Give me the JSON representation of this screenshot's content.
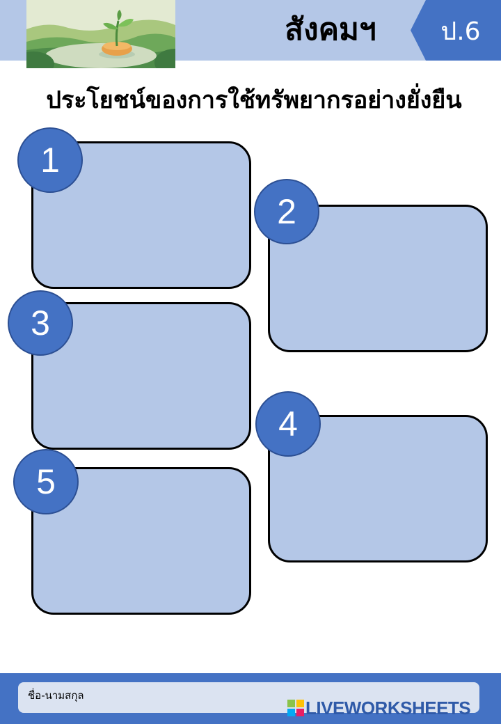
{
  "header": {
    "subject": "สังคมฯ",
    "grade": "ป.6",
    "accent_color": "#4472c4",
    "band_color": "#b4c7e7",
    "image_icon": "sprout-landscape-illustration"
  },
  "worksheet": {
    "title": "ประโยชน์ของการใช้ทรัพยากรอย่างยั่งยืน",
    "box_color": "#b4c7e7",
    "answers": [
      {
        "number": "1",
        "value": ""
      },
      {
        "number": "2",
        "value": ""
      },
      {
        "number": "3",
        "value": ""
      },
      {
        "number": "4",
        "value": ""
      },
      {
        "number": "5",
        "value": ""
      }
    ]
  },
  "footer": {
    "name_label": "ชื่อ-นามสกุล",
    "brand": "LIVEWORKSHEETS",
    "brand_icon": "liveworksheets-logo-icon"
  }
}
